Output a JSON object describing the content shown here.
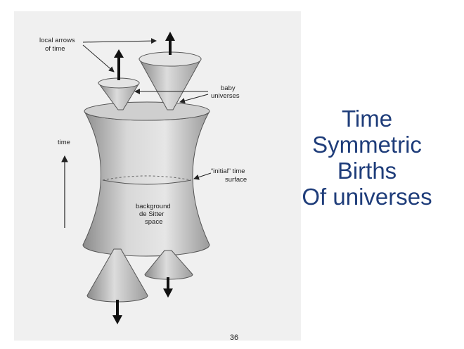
{
  "slide": {
    "title_lines": [
      "Time",
      "Symmetric",
      "Births",
      "Of universes"
    ],
    "page_number": "36",
    "title_color": "#1f3d7a"
  },
  "figure": {
    "labels": {
      "arrows_line1": "local arrows",
      "arrows_line2": "of time",
      "baby_line1": "baby",
      "baby_line2": "universes",
      "time": "time",
      "initial_line1": "“initial” time",
      "initial_line2": "surface",
      "background_line1": "background",
      "background_line2": "de Sitter",
      "background_line3": "space"
    }
  }
}
